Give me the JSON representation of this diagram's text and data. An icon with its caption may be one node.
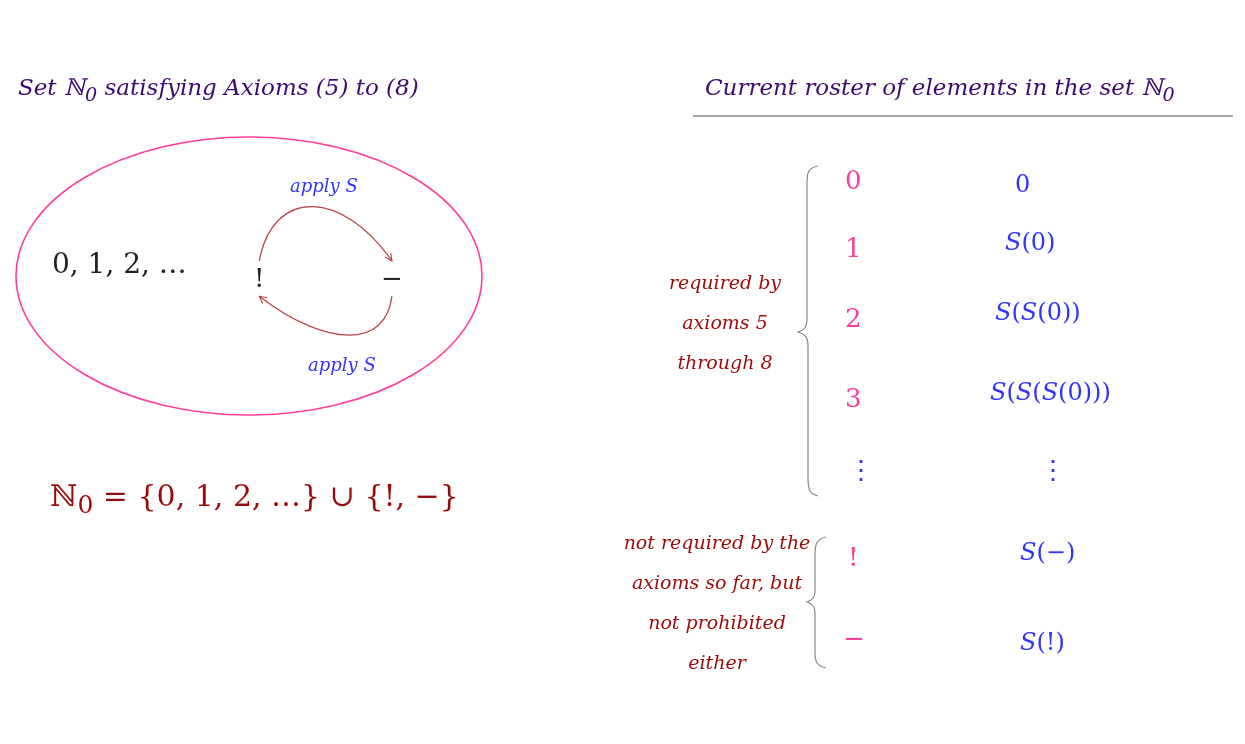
{
  "diagram": {
    "nodes": [
      {
        "text": [],
        "shape": "circle"
      },
      {
        "text": [
          "0, 1, 2, …"
        ],
        "in": 0
      },
      {
        "text": [
          "!"
        ],
        "in": 0
      },
      {
        "text": [
          "−"
        ],
        "in": 0
      }
    ],
    "edges": [
      {
        "from": 2,
        "to": 3,
        "arrow": "to",
        "label": "apply *S*"
      },
      {
        "from": 3,
        "to": 2,
        "arrow": "to",
        "label": "apply *S*"
      }
    ],
    "labels": [
      "Set ℕ$_{0}$ satisfying Axioms (5) to (8)",
      "ℕ$_{0}$ = {0, 1, 2, …} ∪ {!, −}",
      "Current roster of elements in the set ℕ$_{0}$",
      "required by axioms 5 through 8",
      "0",
      "0",
      "1",
      "*S*(0)",
      "2",
      "*S*(*S*(0))",
      "3",
      "*S*(*S*(*S*(0)))",
      "⋮",
      "⋮",
      "not required by the axioms so far, but not prohibited either",
      "!",
      "*S*(−)",
      "−",
      "*S*(!)"
    ]
  }
}
